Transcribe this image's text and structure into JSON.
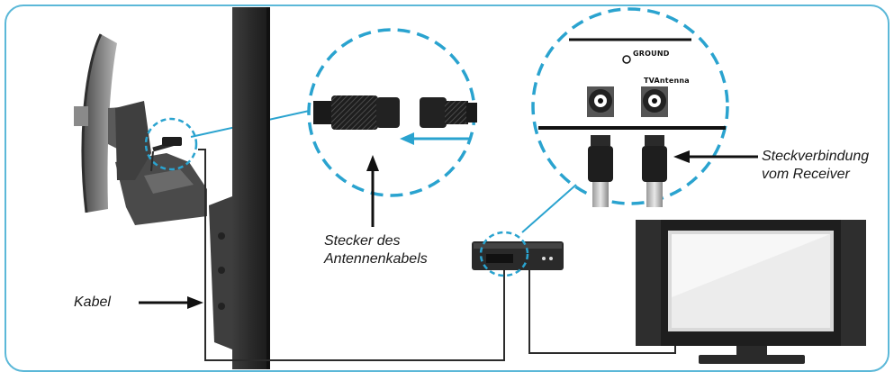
{
  "colors": {
    "frame": "#5bb8d8",
    "callout_dashed": "#2aa3cf",
    "arrow_blue": "#2aa3cf",
    "equipment": "#3a3a3a",
    "cable": "#2b2b2b"
  },
  "labels": {
    "kabel": "Kabel",
    "stecker_line1": "Stecker des",
    "stecker_line2": "Antennenkabels",
    "steck_line1": "Steckverbindung",
    "steck_line2": "vom Receiver"
  },
  "panel": {
    "ground": "GROUND",
    "tv_antenna": "TVAntenna"
  },
  "icons": [
    "satellite-dish",
    "wall-pole",
    "coax-connector",
    "receiver-box",
    "flat-screen-tv"
  ]
}
